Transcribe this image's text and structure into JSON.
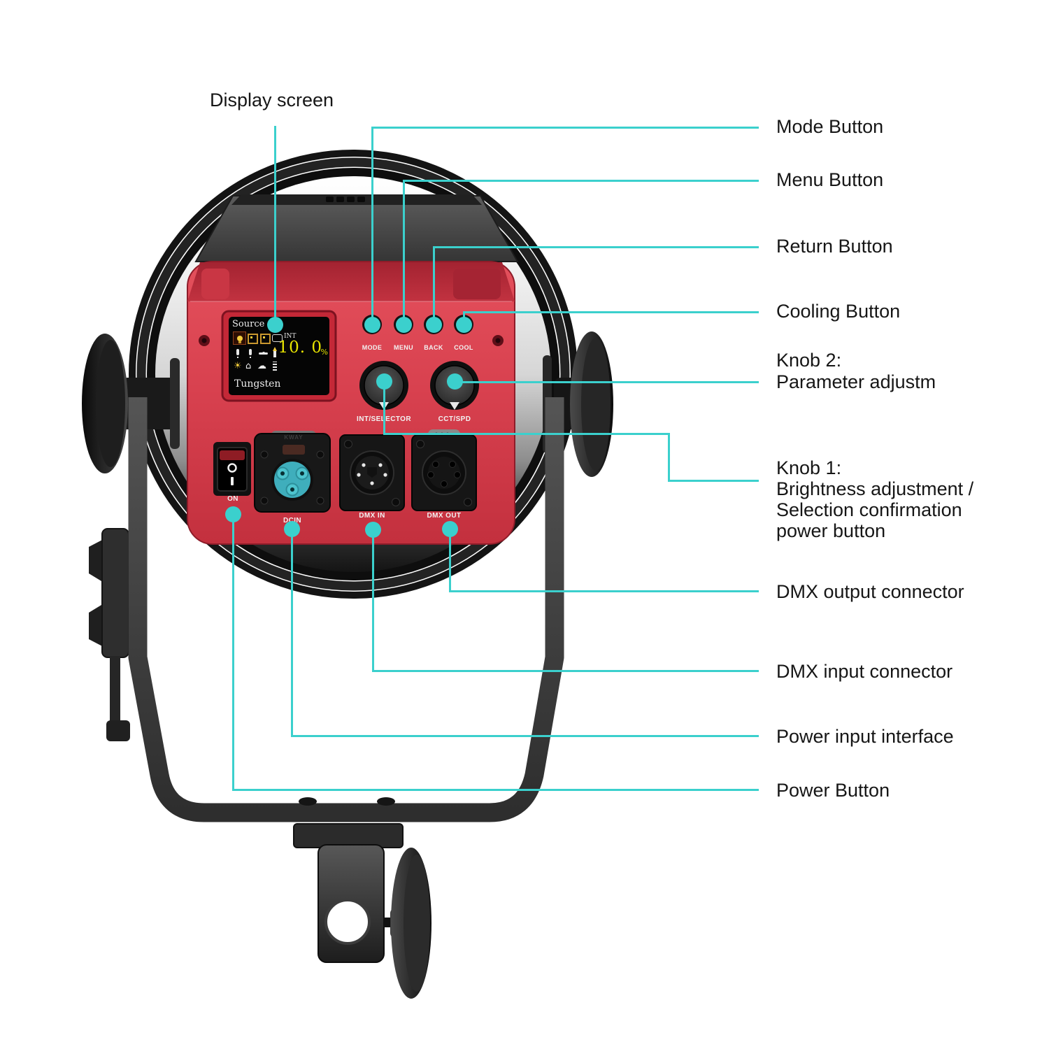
{
  "colors": {
    "accent": "#3BD0CD",
    "panel_red": "#D8414F",
    "panel_red_dark": "#B12A38",
    "lcd_yellow": "#E8E400",
    "connector_teal": "#45B8C2",
    "label_color": "#161616"
  },
  "device": {
    "screen": {
      "header": "Source",
      "int_label": "INT",
      "value": "10. 0",
      "unit": "%",
      "footer": "Tungsten",
      "icons_row1": [
        "bulb-selected",
        "softbox",
        "softbox",
        "hand"
      ],
      "icons_row2": [
        "tube",
        "tube",
        "stick",
        "candle"
      ],
      "icons_row3": [
        "sun",
        "house",
        "cloud",
        "cfl-coil"
      ]
    },
    "buttons": [
      "MODE",
      "MENU",
      "BACK",
      "COOL"
    ],
    "knob1_label": "INT/SELECTOR",
    "knob2_label": "CCT/SPD",
    "power_switch": {
      "off_symbol": "O",
      "on_symbol": "I",
      "label": "ON"
    },
    "dc_connector": {
      "tab": "KWAY",
      "label": "DCIN"
    },
    "dmx_in_label": "DMX IN",
    "dmx_out_label": "DMX OUT"
  },
  "annotations": {
    "display_screen": "Display screen",
    "mode": "Mode Button",
    "menu": "Menu Button",
    "return": "Return Button",
    "cooling": "Cooling Button",
    "knob2": {
      "lines": [
        "Knob 2:",
        "Parameter adjustm"
      ]
    },
    "knob1": {
      "lines": [
        "Knob 1:",
        "Brightness adjustment /",
        "Selection confirmation",
        "power button"
      ]
    },
    "dmx_out": "DMX output connector",
    "dmx_in": "DMX input connector",
    "power_input": "Power input interface",
    "power_button": "Power Button"
  }
}
